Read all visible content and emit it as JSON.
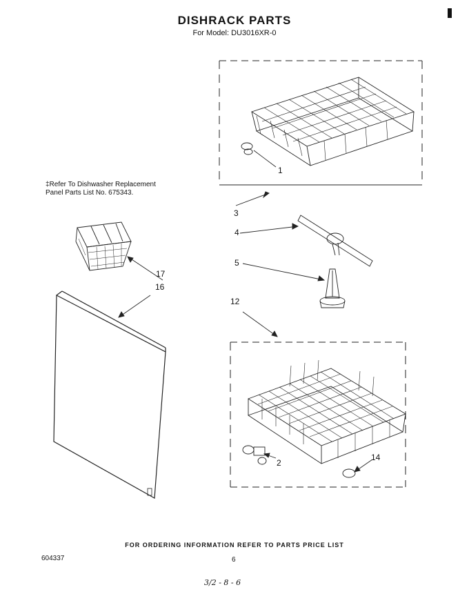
{
  "header": {
    "title": "DISHRACK PARTS",
    "model_line": "For Model: DU3016XR-0"
  },
  "note": {
    "line1": "‡Refer To Dishwasher Replacement",
    "line2": "Panel Parts List No. 675343."
  },
  "callouts": {
    "c1": "1",
    "c2": "2",
    "c3": "3",
    "c4": "4",
    "c5": "5",
    "c12": "12",
    "c14": "14",
    "c16": "16",
    "c17": "17"
  },
  "footer": {
    "ordering": "FOR ORDERING INFORMATION REFER TO PARTS PRICE LIST",
    "doc_number": "604337",
    "page_number": "6",
    "handwritten": "3/2 - 8 - 6"
  }
}
